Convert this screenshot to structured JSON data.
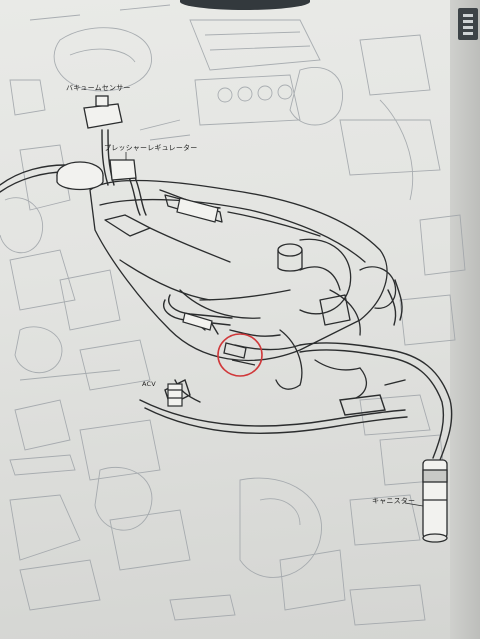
{
  "diagram": {
    "labels": {
      "vacuum_sensor": "バキュームセンサー",
      "pressure_regulator": "プレッシャーレギュレーター",
      "acv": "ACV",
      "canister": "キャニスター"
    },
    "highlight_color": "#d0383a",
    "line_color": "#2b2d2e",
    "faded_line_color": "#9ea3a8"
  }
}
